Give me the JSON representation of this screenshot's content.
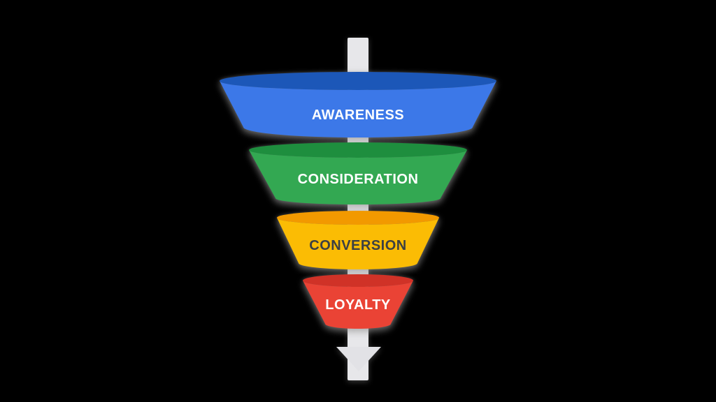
{
  "background_color": "#000000",
  "diagram": {
    "type": "marketing-funnel",
    "stages": [
      {
        "id": "awareness",
        "label": "AWARENESS",
        "body_color": "#3C78E8",
        "rim_color": "#1C57B8",
        "label_color": "#FFFFFF"
      },
      {
        "id": "consideration",
        "label": "CONSIDERATION",
        "body_color": "#33A852",
        "rim_color": "#1E8E3E",
        "label_color": "#FFFFFF"
      },
      {
        "id": "conversion",
        "label": "CONVERSION",
        "body_color": "#FBBC04",
        "rim_color": "#F29900",
        "label_color": "#3C4043"
      },
      {
        "id": "loyalty",
        "label": "LOYALTY",
        "body_color": "#EA4335",
        "rim_color": "#D03227",
        "label_color": "#FFFFFF"
      }
    ],
    "arrow": {
      "shaft_color": "#E7E7EA",
      "head_color": "#E2E2E6"
    }
  }
}
